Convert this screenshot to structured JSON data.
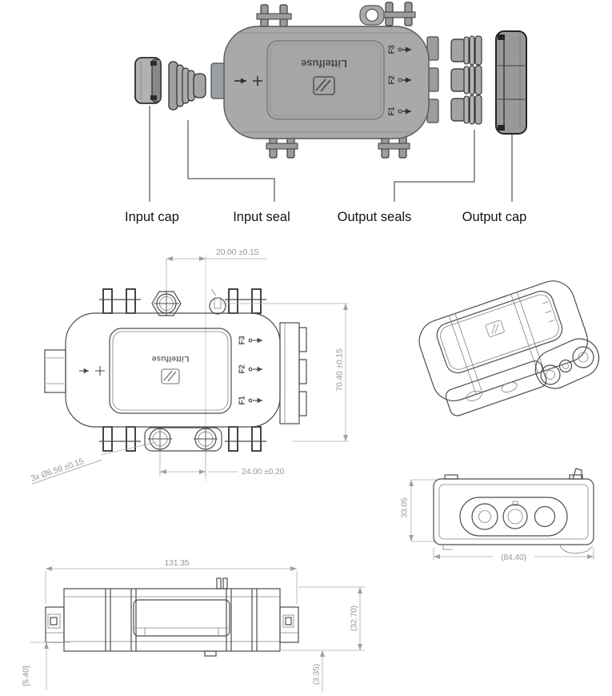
{
  "colors": {
    "background": "#ffffff",
    "part_gray": "#a8a9ab",
    "outline_dark": "#2e2f31",
    "line_art": "#4b4c4e",
    "dimension_gray": "#97989a",
    "label_black": "#131313"
  },
  "exploded_view": {
    "brand": "Littelfuse",
    "fuse_labels": [
      "F1",
      "F2",
      "F3"
    ],
    "part_labels": {
      "input_cap": "Input cap",
      "input_seal": "Input seal",
      "output_seals": "Output seals",
      "output_cap": "Output cap"
    }
  },
  "top_view": {
    "brand": "Littelfuse",
    "fuse_labels": [
      "F1",
      "F2",
      "F3"
    ],
    "dimensions": {
      "top_width": "20.00 ±0.15",
      "right_height": "70.40 ±0.15",
      "bottom_width": "24.00 ±0.20",
      "mounting_holes": "3x Ø6.59 ±0.15"
    }
  },
  "end_view": {
    "dimensions": {
      "height": "33.05",
      "width": "(84.40)"
    }
  },
  "side_view": {
    "dimensions": {
      "length": "131.35",
      "height": "(32.70)",
      "foot_left": "[5.40]",
      "foot_right": "(3.35)"
    }
  }
}
